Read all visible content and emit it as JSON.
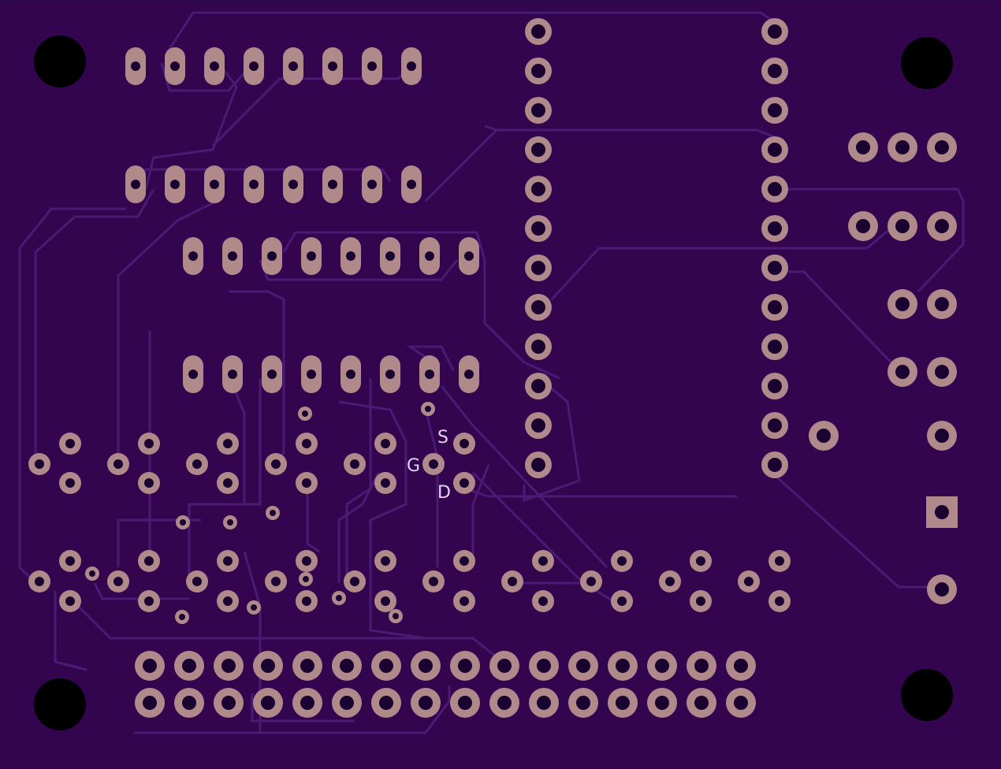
{
  "board": {
    "substrate_color": "#33054f",
    "trace_color": "#4a1a75",
    "pad_color": "#b08a8a",
    "pad_hole_color": "#1a0330",
    "mount_hole_color": "#000000",
    "silk_color": "#e0d4f0"
  },
  "silkscreen": {
    "source_label": "S",
    "gate_label": "G",
    "drain_label": "D"
  }
}
